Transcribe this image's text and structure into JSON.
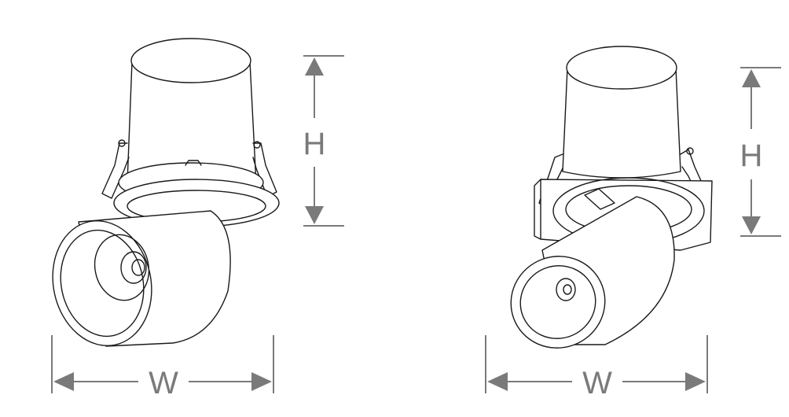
{
  "left_fixture": {
    "height_label": "H",
    "width_label": "W"
  },
  "right_fixture": {
    "height_label": "H",
    "width_label": "W"
  },
  "colors": {
    "line": "#1a1a1a",
    "dimension": "#7a7a7a",
    "background": "#ffffff"
  }
}
